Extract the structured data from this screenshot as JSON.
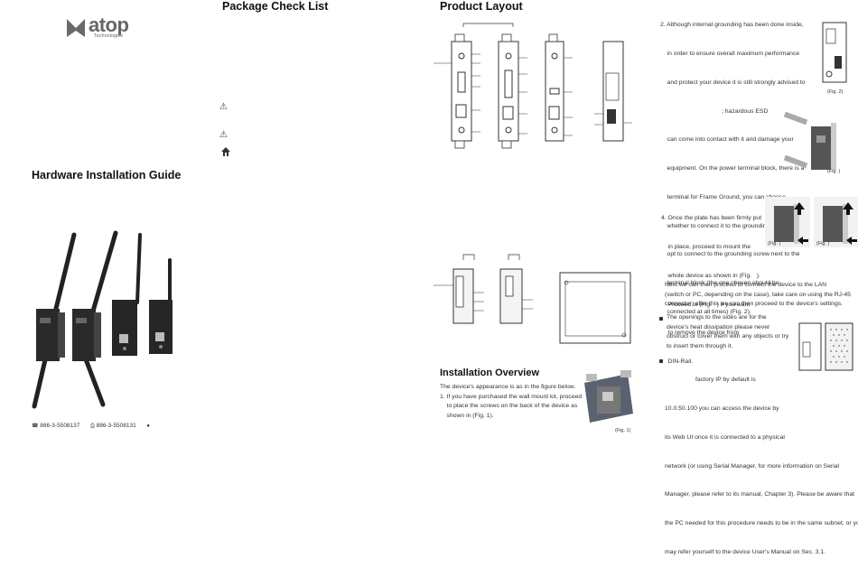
{
  "brand": {
    "name": "atop",
    "sub": "Technologies"
  },
  "panel1": {
    "title": "Hardware Installation Guide",
    "phone": "886-3-5508137",
    "fax": "886-3-5508131"
  },
  "panel2": {
    "title": "Package Check List"
  },
  "panel3": {
    "title": "Product Layout",
    "overview_title": "Installation Overview",
    "overview_lines": [
      "The device's appearance is as in the figure below.",
      "1. If you have purchased the wall mount kit, proceed",
      "    to place the screws on the back of the device as",
      "    shown in (Fig. 1)."
    ],
    "fig1": "(Fig. 1)"
  },
  "panel4": {
    "step2_lines": [
      "2. Although internal grounding has been done inside,",
      "    in order to ensure overall maximum performance",
      "    and protect your device it is still strongly advised to",
      "                                    ; hazardous ESD",
      "    can come into contact with it and damage your",
      "    equipment. On the power terminal block, there is a",
      "    terminal for Frame Ground, you can choose",
      "    whether to connect it to the grounding or you may",
      "    opt to connect to the grounding screw next to the",
      "    terminal block (the one chosen should be",
      "    connected at all times) (Fig. 2)."
    ],
    "fig2": "(Fig. 2)",
    "fig3": "(Fig.  )",
    "step4_lines": [
      "4. Once the plate has been firmly put",
      "    in place, proceed to mount the",
      "    whole device as shown in (Fig.   ).",
      "    Proceed to (Fig.   ) if you want",
      "    to remove the device from",
      "    DIN-Rail."
    ],
    "fig4a": "(Fig.  )",
    "fig4b": "(Fig.  )",
    "lan_lines": [
      "Next we can then proceed to connect the device to the LAN",
      "(switch or PC, depending on the case), take care on using the RJ-45",
      "connector; after this we can then proceed to the device's settings."
    ],
    "bullet1_lines": [
      "The openings to the sides are for the",
      "device's heat dissipation please never",
      "obstruct or cover them with any objects or try",
      "to insert them through it."
    ],
    "bullet2_lines": [
      "                  factory IP by default is",
      "10.0.50.100 you can access the device by",
      "its Web UI once it is connected to a physical",
      "network (or using Serial Manager, for more information on Serial",
      "Manager, please refer to its manual, Chapter 3). Please be aware that",
      "the PC needed for this procedure needs to be in the same subnet, or you",
      "may refer yourself to the device User's Manual on Sec. 3.1."
    ]
  }
}
